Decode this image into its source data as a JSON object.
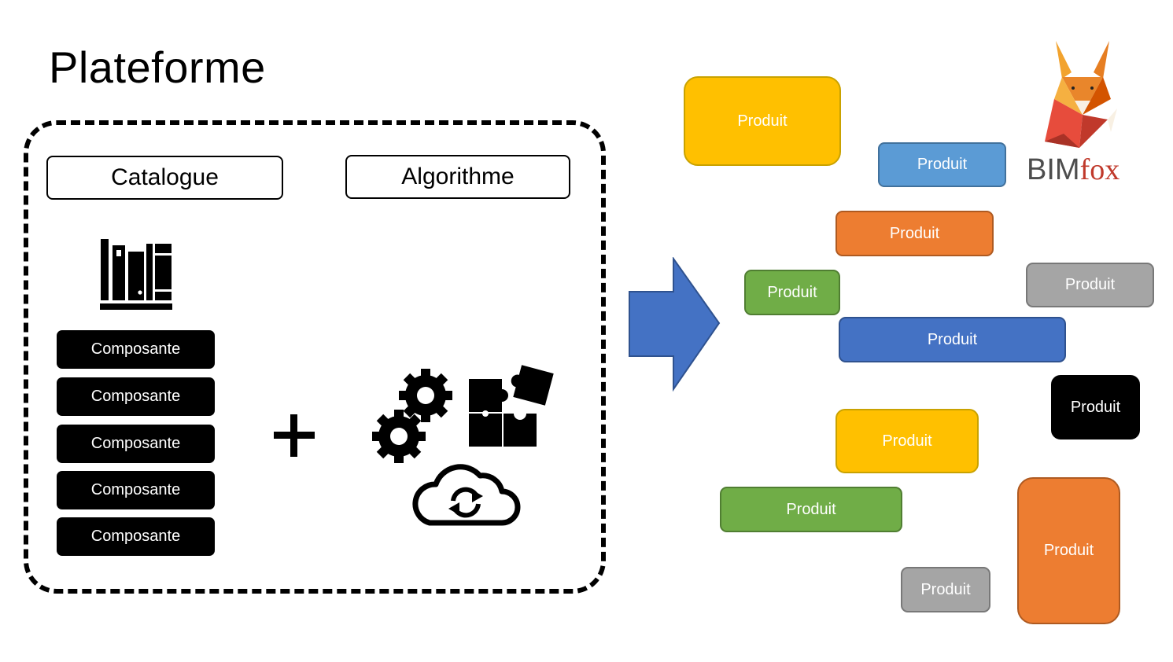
{
  "title": "Plateforme",
  "catalogue": {
    "header": "Catalogue",
    "icon": "library-books-icon",
    "components": [
      "Composante",
      "Composante",
      "Composante",
      "Composante",
      "Composante"
    ]
  },
  "operator": "+",
  "algorithm": {
    "header": "Algorithme",
    "icons": [
      "gears-icon",
      "puzzle-icon",
      "cloud-sync-icon"
    ]
  },
  "arrow": {
    "color": "#4472C4",
    "icon": "right-arrow-icon"
  },
  "products": [
    {
      "label": "Produit",
      "fill": "#FFC000",
      "border": "#C9A200"
    },
    {
      "label": "Produit",
      "fill": "#5B9BD5",
      "border": "#41719C"
    },
    {
      "label": "Produit",
      "fill": "#ED7D31",
      "border": "#AE5A21"
    },
    {
      "label": "Produit",
      "fill": "#70AD47",
      "border": "#507E32"
    },
    {
      "label": "Produit",
      "fill": "#A5A5A5",
      "border": "#787878"
    },
    {
      "label": "Produit",
      "fill": "#4472C4",
      "border": "#2F528F"
    },
    {
      "label": "Produit",
      "fill": "#000000",
      "border": "#000000"
    },
    {
      "label": "Produit",
      "fill": "#FFC000",
      "border": "#C9A200"
    },
    {
      "label": "Produit",
      "fill": "#70AD47",
      "border": "#507E32"
    },
    {
      "label": "Produit",
      "fill": "#ED7D31",
      "border": "#AE5A21"
    },
    {
      "label": "Produit",
      "fill": "#A5A5A5",
      "border": "#787878"
    }
  ],
  "logo": {
    "icon": "fox-icon",
    "text_part1": "BIM",
    "text_part2": "fox",
    "accent": "#C0392B"
  }
}
